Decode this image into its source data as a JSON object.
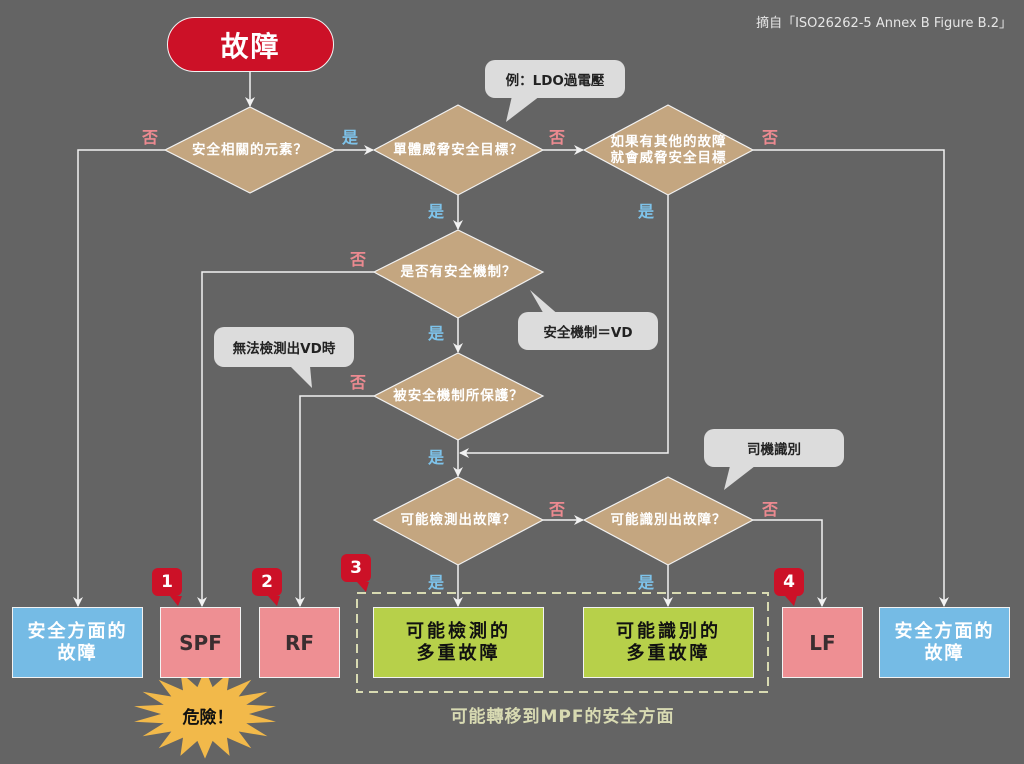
{
  "source_note": "摘自「ISO26262-5 Annex B Figure B.2」",
  "start": {
    "label": "故障"
  },
  "decisions": {
    "safety_related": "安全相關的元素？",
    "single_violates": "單體威脅安全目標？",
    "combined_violates": "如果有其他的故障\n就會威脅安全目標",
    "has_mechanism": "是否有安全機制？",
    "protected": "被安全機制所保護？",
    "detectable": "可能檢測出故障？",
    "perceivable": "可能識別出故障？"
  },
  "branch_labels": {
    "yes": "是",
    "no": "否"
  },
  "callouts": {
    "ldo_example": "例：LDO過電壓",
    "mechanism_vd": "安全機制＝VD",
    "vd_undetected": "無法檢測出VD時",
    "driver_perceived": "司機識別"
  },
  "outcomes": {
    "safe_left": "安全方面的\n故障",
    "spf": "SPF",
    "rf": "RF",
    "detected_mpf": "可能檢測的\n多重故障",
    "perceived_mpf": "可能識別的\n多重故障",
    "lf": "LF",
    "safe_right": "安全方面的\n故障"
  },
  "badges": [
    "1",
    "2",
    "3",
    "4"
  ],
  "danger_burst": "危險！",
  "mpf_group_caption": "可能轉移到MPF的安全方面",
  "colors": {
    "background": "#646464",
    "start_red": "#cc1127",
    "diamond_tan": "#c4a680",
    "yes_blue": "#7ec3ea",
    "no_pink": "#ec8a90",
    "safe_blue": "#75bbe5",
    "fault_pink": "#ee8f93",
    "mpf_green": "#b7d04a",
    "burst_yellow": "#f2b94a",
    "dashed_group": "#d8dab2",
    "callout_gray": "#dcdcdc"
  }
}
